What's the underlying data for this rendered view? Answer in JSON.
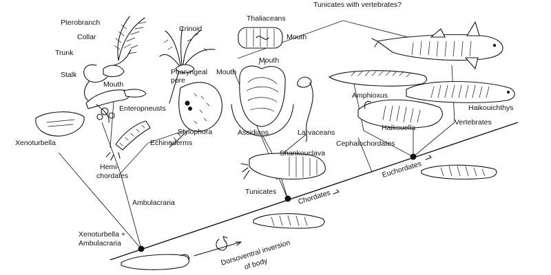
{
  "labels": {
    "tunicates_with_vertebrates": "Tunicates with vertebrates?",
    "pterobranch": "Pterobranch",
    "collar": "Collar",
    "trunk": "Trunk",
    "stalk": "Stalk",
    "mouth_pterobranch": "Mouth",
    "enteropneusts": "Enteropneusts",
    "xenoturbella": "Xenoturbella",
    "echinoderms": "Echinoderms",
    "hemichordates_1": "Hemi-",
    "hemichordates_2": "chordates",
    "ambulacraria": "Ambulacraria",
    "xeno_ambulacraria_1": "Xenoturbella +",
    "xeno_ambulacraria_2": "Ambulacraria",
    "crinoid": "Crinoid",
    "pharyngeal_pore_1": "Pharyngeal",
    "pharyngeal_pore_2": "pore",
    "mouth_stylophora": "Mouth",
    "stylophora": "Stylophora",
    "thaliaceans": "Thaliaceans",
    "mouth_thaliaceans": "Mouth",
    "mouth_ascidian": "Mouth",
    "ascidians": "Ascidians",
    "larvaceans": "Larvaceans",
    "shankouclava": "Shankouclava",
    "tunicates": "Tunicates",
    "chordates": "Chordates",
    "amphioxus": "Amphioxus",
    "cephalochordates": "Cephalochordates",
    "haikouella": "Haikouella",
    "euchordates": "Euchordates",
    "haikouichthys": "Haikouichthys",
    "vertebrates": "Vertebrates",
    "dorsoventral_1": "Dorsoventral inversion",
    "dorsoventral_2": "of body"
  }
}
